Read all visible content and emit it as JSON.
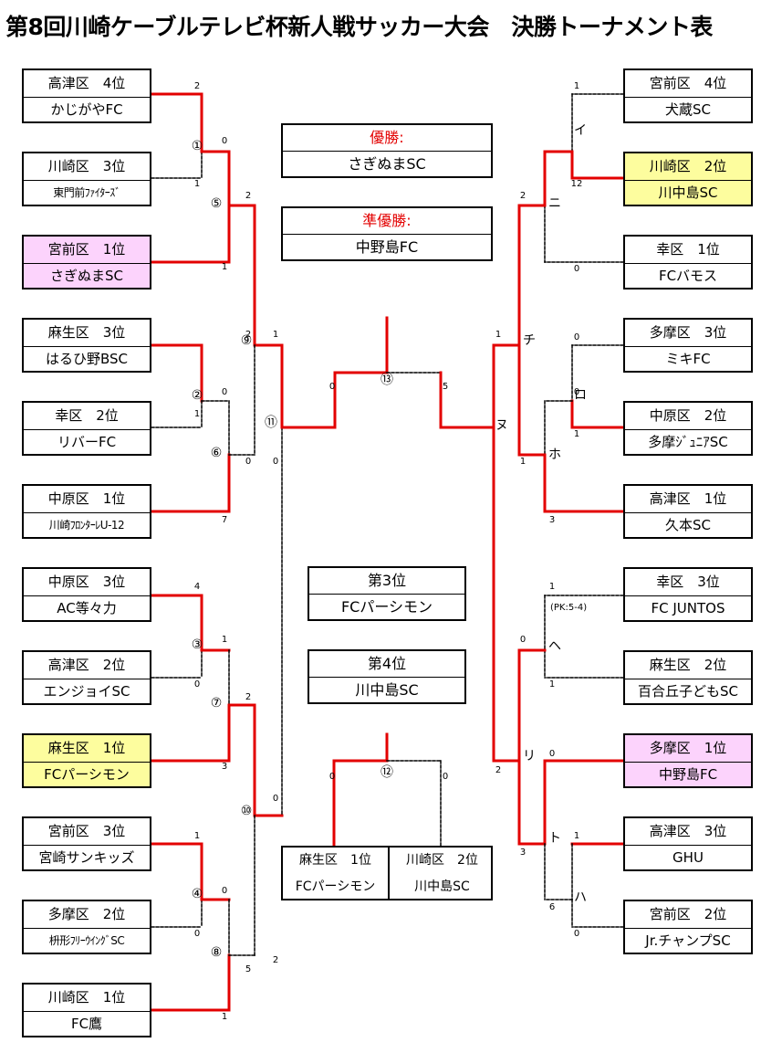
{
  "title": "第8回川崎ケーブルテレビ杯新人戦サッカー大会　決勝トーナメント表",
  "left_teams": [
    {
      "district": "高津区　4位",
      "team": "かじがやFC",
      "highlight": ""
    },
    {
      "district": "川崎区　3位",
      "team": "東門前ﾌｧｲﾀｰｽﾞ",
      "highlight": ""
    },
    {
      "district": "宮前区　1位",
      "team": "さぎぬまSC",
      "highlight": "pink"
    },
    {
      "district": "麻生区　3位",
      "team": "はるひ野BSC",
      "highlight": ""
    },
    {
      "district": "幸区　2位",
      "team": "リバーFC",
      "highlight": ""
    },
    {
      "district": "中原区　1位",
      "team": "川崎ﾌﾛﾝﾀｰﾚU-12",
      "highlight": ""
    },
    {
      "district": "中原区　3位",
      "team": "AC等々力",
      "highlight": ""
    },
    {
      "district": "高津区　2位",
      "team": "エンジョイSC",
      "highlight": ""
    },
    {
      "district": "麻生区　1位",
      "team": "FCパーシモン",
      "highlight": "yellow"
    },
    {
      "district": "宮前区　3位",
      "team": "宮崎サンキッズ",
      "highlight": ""
    },
    {
      "district": "多摩区　2位",
      "team": "枡形ﾌﾘｰｳｲﾝｸﾞSC",
      "highlight": ""
    },
    {
      "district": "川崎区　1位",
      "team": "FC鷹",
      "highlight": ""
    }
  ],
  "right_teams": [
    {
      "district": "宮前区　4位",
      "team": "犬蔵SC",
      "highlight": ""
    },
    {
      "district": "川崎区　2位",
      "team": "川中島SC",
      "highlight": "yellow"
    },
    {
      "district": "幸区　1位",
      "team": "FCバモス",
      "highlight": ""
    },
    {
      "district": "多摩区　3位",
      "team": "ミキFC",
      "highlight": ""
    },
    {
      "district": "中原区　2位",
      "team": "多摩ｼﾞｭﾆｱSC",
      "highlight": ""
    },
    {
      "district": "高津区　1位",
      "team": "久本SC",
      "highlight": ""
    },
    {
      "district": "幸区　3位",
      "team": "FC JUNTOS",
      "highlight": ""
    },
    {
      "district": "麻生区　2位",
      "team": "百合丘子どもSC",
      "highlight": ""
    },
    {
      "district": "多摩区　1位",
      "team": "中野島FC",
      "highlight": "pink"
    },
    {
      "district": "高津区　3位",
      "team": "GHU",
      "highlight": ""
    },
    {
      "district": "宮前区　2位",
      "team": "Jr.チャンプSC",
      "highlight": ""
    }
  ],
  "results": {
    "champion_label": "優勝:",
    "champion": "さぎぬまSC",
    "runner_up_label": "準優勝:",
    "runner_up": "中野島FC",
    "third_label": "第3位",
    "third": "FCパーシモン",
    "fourth_label": "第4位",
    "fourth": "川中島SC"
  },
  "third_place_match": {
    "left_district": "麻生区　1位",
    "left_team": "FCパーシモン",
    "right_district": "川崎区　2位",
    "right_team": "川中島SC"
  },
  "match_labels": [
    "①",
    "②",
    "③",
    "④",
    "⑤",
    "⑥",
    "⑦",
    "⑧",
    "⑨",
    "⑩",
    "⑪",
    "⑫",
    "⑬",
    "イ",
    "ロ",
    "ハ",
    "ニ",
    "ホ",
    "ヘ",
    "ト",
    "チ",
    "リ",
    "ヌ"
  ],
  "scores": [
    "2",
    "0",
    "1",
    "2",
    "1",
    "2",
    "0",
    "1",
    "0",
    "7",
    "4",
    "1",
    "0",
    "2",
    "3",
    "1",
    "0",
    "0",
    "5",
    "1",
    "0",
    "1",
    "0",
    "5",
    "0",
    "0",
    "1",
    "12",
    "2",
    "0",
    "0",
    "0",
    "1",
    "1",
    "1",
    "3",
    "1",
    "0",
    "1",
    "0",
    "2",
    "3",
    "1",
    "6",
    "0",
    "0",
    "2",
    "5",
    "0"
  ],
  "pk_note": "(PK:5-4)"
}
